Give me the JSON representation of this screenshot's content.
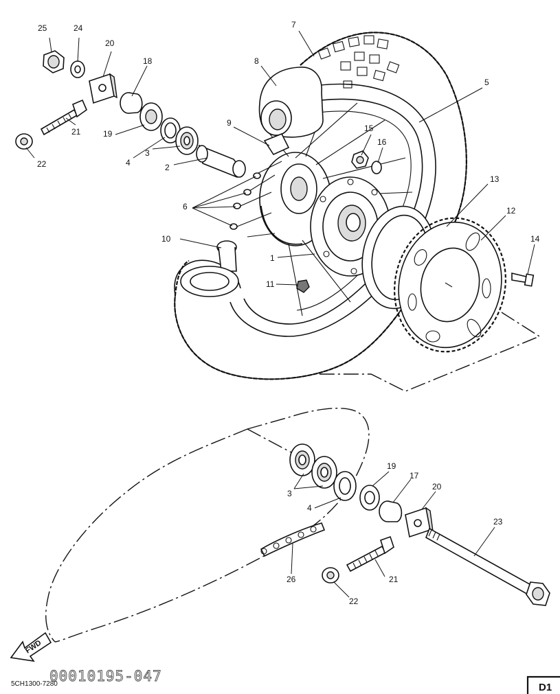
{
  "callouts": [
    {
      "num": "25"
    },
    {
      "num": "24"
    },
    {
      "num": "20"
    },
    {
      "num": "18"
    },
    {
      "num": "7"
    },
    {
      "num": "8"
    },
    {
      "num": "5"
    },
    {
      "num": "21"
    },
    {
      "num": "22"
    },
    {
      "num": "19"
    },
    {
      "num": "4"
    },
    {
      "num": "3"
    },
    {
      "num": "9"
    },
    {
      "num": "15"
    },
    {
      "num": "16"
    },
    {
      "num": "2"
    },
    {
      "num": "13"
    },
    {
      "num": "12"
    },
    {
      "num": "6"
    },
    {
      "num": "14"
    },
    {
      "num": "10"
    },
    {
      "num": "1"
    },
    {
      "num": "11"
    },
    {
      "num": "19"
    },
    {
      "num": "17"
    },
    {
      "num": "20"
    },
    {
      "num": "3"
    },
    {
      "num": "4"
    },
    {
      "num": "23"
    },
    {
      "num": "21"
    },
    {
      "num": "26"
    },
    {
      "num": "22"
    }
  ],
  "fwd_arrow_label": "FWD",
  "drawing_code": "5CH1300-7280",
  "serial_stamp": "00010195-047",
  "page_id": "D1"
}
